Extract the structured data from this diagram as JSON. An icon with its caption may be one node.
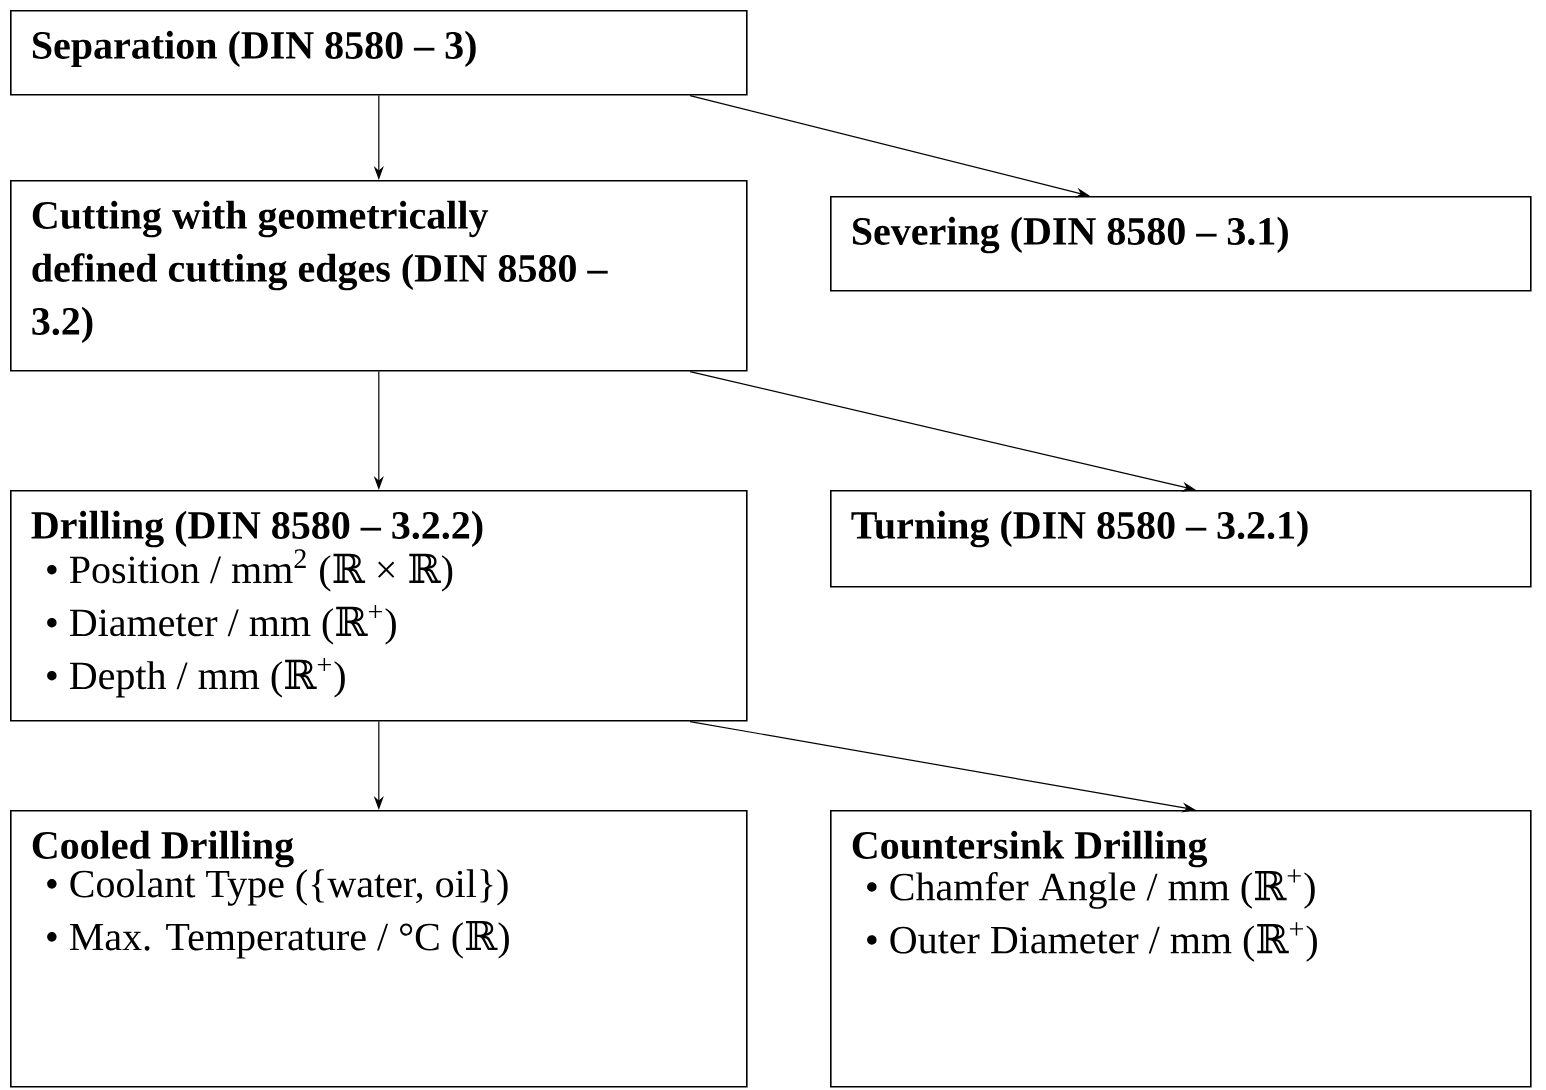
{
  "diagram": {
    "nodes": [
      {
        "text": [
          "Separation (DIN 8580 – 3)"
        ]
      },
      {
        "text": [
          "Cutting with geometrically defined cutting edges (DIN 8580 – 3.2)"
        ]
      },
      {
        "text": [
          "Severing (DIN 8580 – 3.1)"
        ]
      },
      {
        "text": [
          "Drilling (DIN 8580 – 3.2.2)",
          "• Position / mm$^{2}$ (ℝ × ℝ)",
          "• Diameter / mm (ℝ$^{+}$)",
          "• Depth / mm (ℝ$^{+}$)"
        ]
      },
      {
        "text": [
          "Turning (DIN 8580 – 3.2.1)"
        ]
      },
      {
        "text": [
          "Cooled Drilling",
          "• Coolant Type ({water, oil})",
          "• Max. Temperature / °C (ℝ)"
        ]
      },
      {
        "text": [
          "Countersink Drilling",
          "• Chamfer Angle / mm (ℝ$^{+}$)",
          "• Outer Diameter / mm (ℝ$^{+}$)"
        ]
      }
    ],
    "edges": [
      {
        "from": 0,
        "to": 1,
        "arrow": "to"
      },
      {
        "from": 0,
        "to": 2,
        "arrow": "to"
      },
      {
        "from": 1,
        "to": 3,
        "arrow": "to"
      },
      {
        "from": 1,
        "to": 4,
        "arrow": "to"
      },
      {
        "from": 3,
        "to": 5,
        "arrow": "to"
      },
      {
        "from": 3,
        "to": 6,
        "arrow": "to"
      }
    ]
  }
}
